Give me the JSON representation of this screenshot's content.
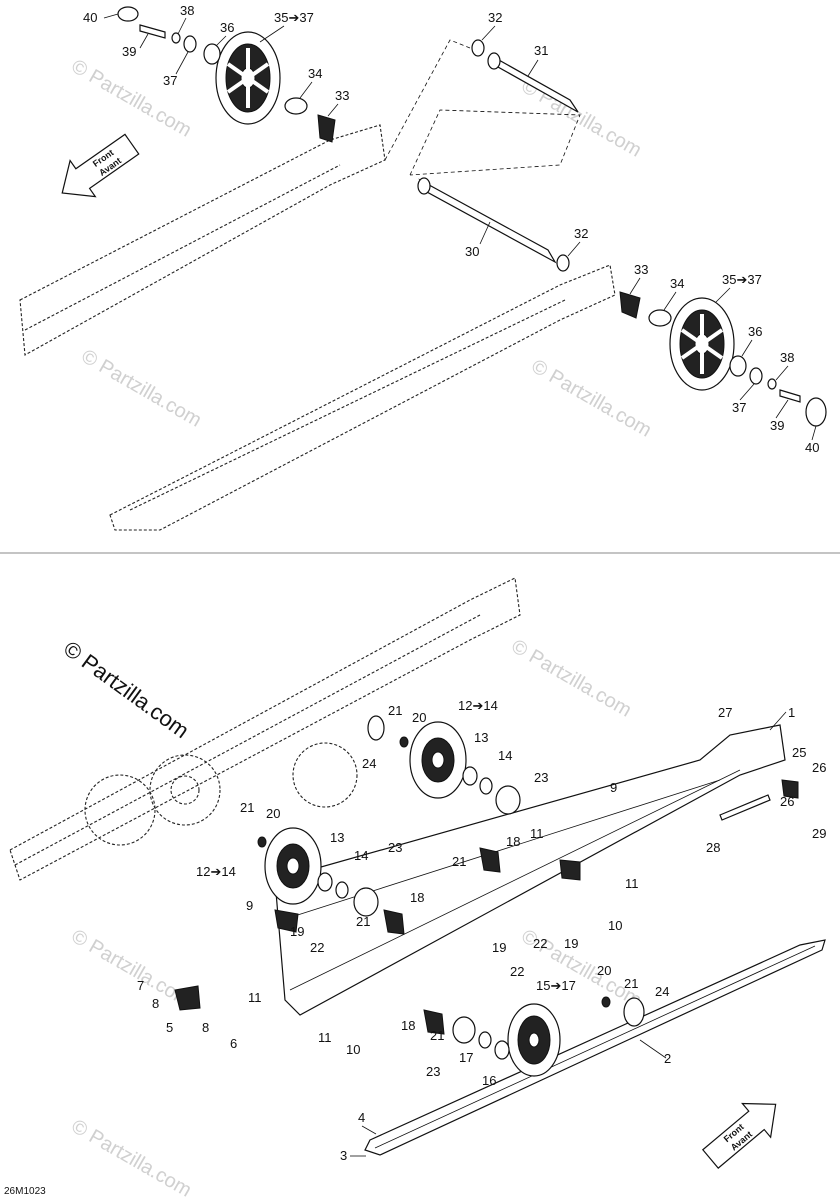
{
  "diagram": {
    "watermark": "© Partzilla.com",
    "watermark_faint": "© Partzilla.com",
    "drawing_code": "26M1023",
    "front_arrow": {
      "line1": "Front",
      "line2": "Avant"
    }
  },
  "top_labels": [
    {
      "id": "t40a",
      "text": "40"
    },
    {
      "id": "t39a",
      "text": "39"
    },
    {
      "id": "t38a",
      "text": "38"
    },
    {
      "id": "t37a",
      "text": "37"
    },
    {
      "id": "t36a",
      "text": "36"
    },
    {
      "id": "t3537a",
      "text": "35➔37"
    },
    {
      "id": "t34a",
      "text": "34"
    },
    {
      "id": "t33a",
      "text": "33"
    },
    {
      "id": "t32a",
      "text": "32"
    },
    {
      "id": "t31",
      "text": "31"
    },
    {
      "id": "t30",
      "text": "30"
    },
    {
      "id": "t32b",
      "text": "32"
    },
    {
      "id": "t33b",
      "text": "33"
    },
    {
      "id": "t34b",
      "text": "34"
    },
    {
      "id": "t3537b",
      "text": "35➔37"
    },
    {
      "id": "t36b",
      "text": "36"
    },
    {
      "id": "t38b",
      "text": "38"
    },
    {
      "id": "t37b",
      "text": "37"
    },
    {
      "id": "t39b",
      "text": "39"
    },
    {
      "id": "t40b",
      "text": "40"
    }
  ],
  "bottom_labels": [
    {
      "id": "b1",
      "text": "1"
    },
    {
      "id": "b27",
      "text": "27"
    },
    {
      "id": "b25",
      "text": "25"
    },
    {
      "id": "b26a",
      "text": "26"
    },
    {
      "id": "b26b",
      "text": "26"
    },
    {
      "id": "b29",
      "text": "29"
    },
    {
      "id": "b28",
      "text": "28"
    },
    {
      "id": "b1214a",
      "text": "12➔14"
    },
    {
      "id": "b21a",
      "text": "21"
    },
    {
      "id": "b20a",
      "text": "20"
    },
    {
      "id": "b24a",
      "text": "24"
    },
    {
      "id": "b13a",
      "text": "13"
    },
    {
      "id": "b14a",
      "text": "14"
    },
    {
      "id": "b23a",
      "text": "23"
    },
    {
      "id": "b9a",
      "text": "9"
    },
    {
      "id": "b21b",
      "text": "21"
    },
    {
      "id": "b20b",
      "text": "20"
    },
    {
      "id": "b1214b",
      "text": "12➔14"
    },
    {
      "id": "b13b",
      "text": "13"
    },
    {
      "id": "b14b",
      "text": "14"
    },
    {
      "id": "b23b",
      "text": "23"
    },
    {
      "id": "b11a",
      "text": "11"
    },
    {
      "id": "b18a",
      "text": "18"
    },
    {
      "id": "b21c",
      "text": "21"
    },
    {
      "id": "b11b",
      "text": "11"
    },
    {
      "id": "b10a",
      "text": "10"
    },
    {
      "id": "b9b",
      "text": "9"
    },
    {
      "id": "b18b",
      "text": "18"
    },
    {
      "id": "b21d",
      "text": "21"
    },
    {
      "id": "b22a",
      "text": "22"
    },
    {
      "id": "b19a",
      "text": "19"
    },
    {
      "id": "b22b",
      "text": "22"
    },
    {
      "id": "b19b",
      "text": "19"
    },
    {
      "id": "b19c",
      "text": "19"
    },
    {
      "id": "b22c",
      "text": "22"
    },
    {
      "id": "b7",
      "text": "7"
    },
    {
      "id": "b8a",
      "text": "8"
    },
    {
      "id": "b5",
      "text": "5"
    },
    {
      "id": "b8b",
      "text": "8"
    },
    {
      "id": "b6",
      "text": "6"
    },
    {
      "id": "b11c",
      "text": "11"
    },
    {
      "id": "b11d",
      "text": "11"
    },
    {
      "id": "b10b",
      "text": "10"
    },
    {
      "id": "b18c",
      "text": "18"
    },
    {
      "id": "b21e",
      "text": "21"
    },
    {
      "id": "b23c",
      "text": "23"
    },
    {
      "id": "b17",
      "text": "17"
    },
    {
      "id": "b16",
      "text": "16"
    },
    {
      "id": "b1517",
      "text": "15➔17"
    },
    {
      "id": "b20c",
      "text": "20"
    },
    {
      "id": "b21f",
      "text": "21"
    },
    {
      "id": "b24b",
      "text": "24"
    },
    {
      "id": "b2",
      "text": "2"
    },
    {
      "id": "b4",
      "text": "4"
    },
    {
      "id": "b3",
      "text": "3"
    }
  ]
}
